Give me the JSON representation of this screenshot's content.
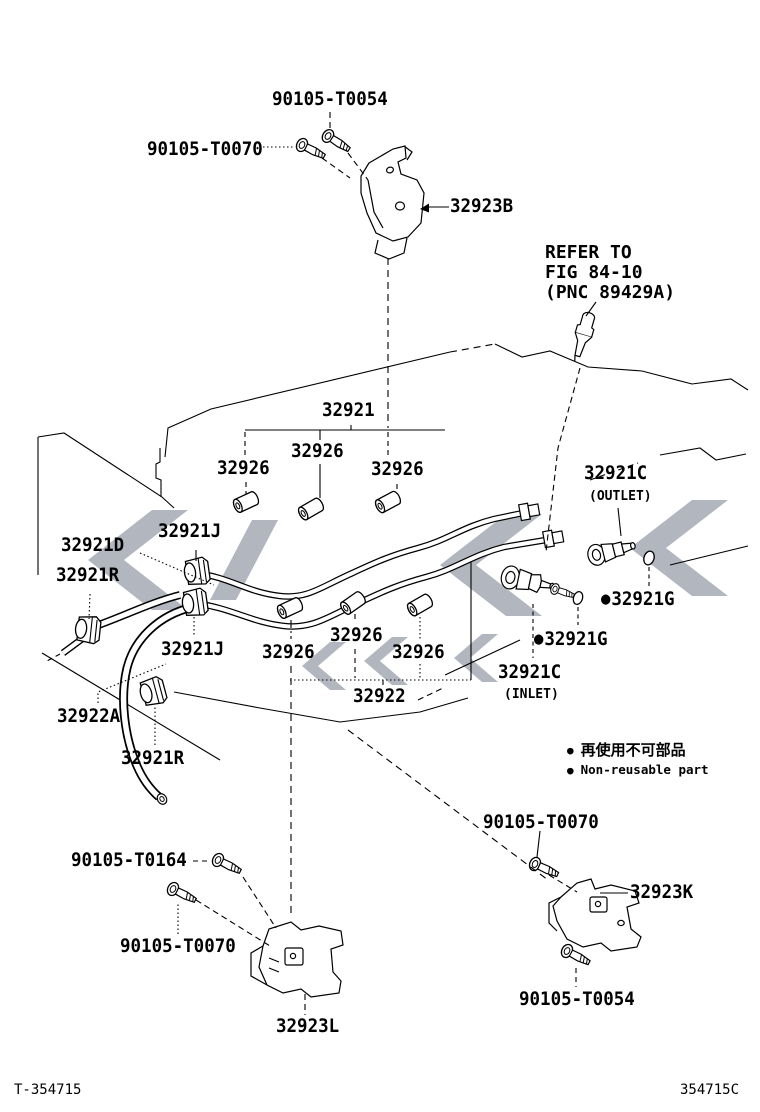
{
  "bullet": "●",
  "parts": {
    "bolt_t0054": "90105-T0054",
    "bolt_t0070": "90105-T0070",
    "bolt_t0164": "90105-T0164",
    "bracket_upper": "32923B",
    "tube_no1": "32921",
    "tube_clamp": "32926",
    "union": "32921C",
    "union_outlet_sub": "(OUTLET)",
    "union_inlet_sub": "(INLET)",
    "clamp_j": "32921J",
    "hose_d": "32921D",
    "clip_r": "32921R",
    "gasket_g": "32921G",
    "tube_no2": "32922",
    "hose_a": "32922A",
    "bracket_k": "32923K",
    "bracket_l": "32923L"
  },
  "refer_note": {
    "line1": "REFER TO",
    "line2": "FIG 84-10",
    "line3": "(PNC 89429A)"
  },
  "legend": {
    "jp": "再使用不可部品",
    "en": "Non-reusable part"
  },
  "footer": {
    "left": "T-354715",
    "right": "354715C"
  }
}
